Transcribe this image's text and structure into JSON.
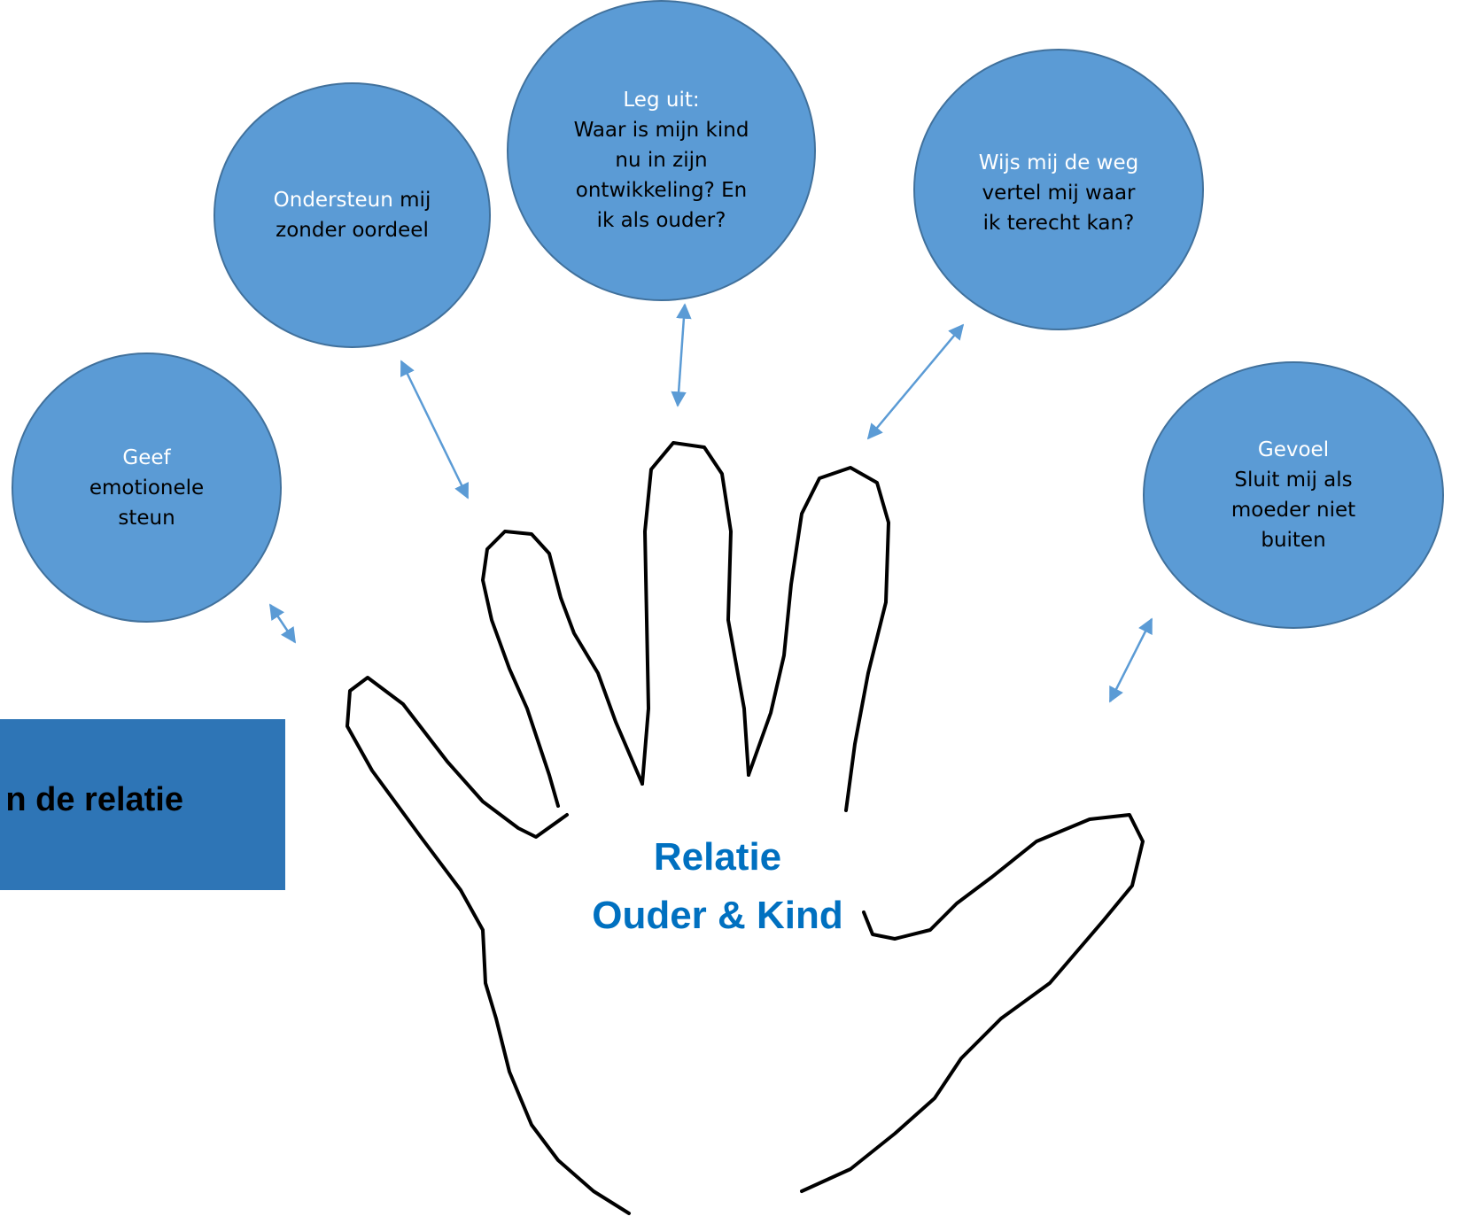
{
  "center": {
    "line1": "Relatie",
    "line2": "Ouder & Kind"
  },
  "banner": {
    "text": "n de relatie"
  },
  "bubbles": {
    "emotional": {
      "l1": "Geef",
      "l2": "emotionele",
      "l3": "steun"
    },
    "support": {
      "l1a": "Ondersteun",
      "l1b": " mij",
      "l2": "zonder oordeel"
    },
    "explain": {
      "l1": "Leg uit:",
      "l2": "Waar is mijn kind",
      "l3": "nu in zijn",
      "l4": "ontwikkeling? En",
      "l5": "ik als ouder?"
    },
    "way": {
      "l1": "Wijs mij de weg",
      "l2": "vertel mij waar",
      "l3": "ik terecht kan?"
    },
    "feeling": {
      "l1": "Gevoel",
      "l2": "Sluit mij als",
      "l3": "moeder  niet",
      "l4": "buiten"
    }
  },
  "colors": {
    "bubble_fill": "#5b9bd5",
    "bubble_border": "#41719c",
    "banner_fill": "#2e75b6",
    "center_text": "#0070c0",
    "arrow": "#5b9bd5"
  }
}
